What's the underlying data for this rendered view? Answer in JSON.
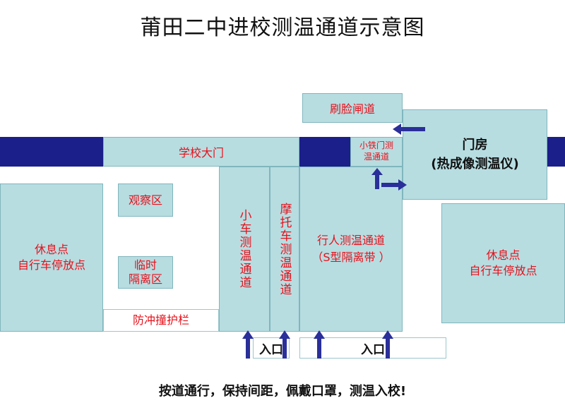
{
  "title": "莆田二中进校测温通道示意图",
  "labels": {
    "face_gate": "刷脸闸道",
    "main_gate": "学校大门",
    "small_gate_line1": "小铁门测",
    "small_gate_line2": "温通道",
    "guard_room_line1": "门房",
    "guard_room_line2": "(热成像测温仪)",
    "observe": "观察区",
    "isolation_line1": "临时",
    "isolation_line2": "隔离区",
    "rest_left_line1": "休息点",
    "rest_left_line2": "自行车停放点",
    "rest_right_line1": "休息点",
    "rest_right_line2": "自行车停放点",
    "car_lane": "小车测温通道",
    "moto_lane": "摩托车测温通道",
    "ped_line1": "行人测温通道",
    "ped_line2": "（S型隔离带 ）",
    "barrier": "防冲撞护栏",
    "entrance_1": "入口",
    "entrance_2": "入口"
  },
  "footer": "按道通行，保持间距，佩戴口罩，测温入校!",
  "colors": {
    "box_fill": "#b7dde1",
    "navy": "#1b1f8a",
    "label_red": "#e8101a",
    "arrow": "#2a2f9a"
  }
}
